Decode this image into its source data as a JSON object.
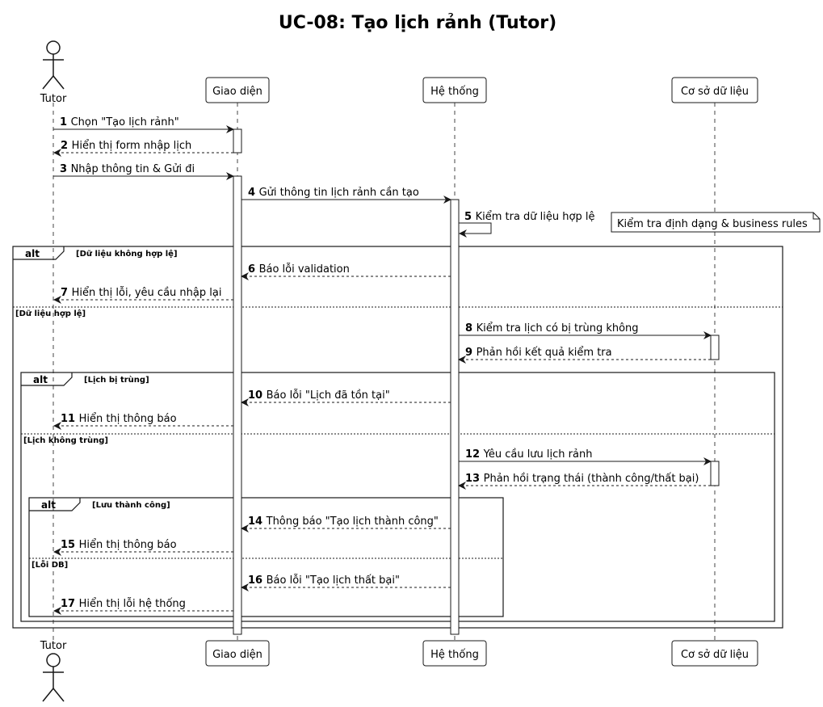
{
  "title": "UC-08: Tạo lịch rảnh (Tutor)",
  "participants": [
    {
      "id": "tutor",
      "label": "Tutor",
      "kind": "actor"
    },
    {
      "id": "ui",
      "label": "Giao diện",
      "kind": "box"
    },
    {
      "id": "sys",
      "label": "Hệ thống",
      "kind": "box"
    },
    {
      "id": "db",
      "label": "Cơ sở dữ liệu",
      "kind": "box"
    }
  ],
  "messages": [
    {
      "n": "1",
      "text": "Chọn \"Tạo lịch rảnh\"",
      "from": "tutor",
      "to": "ui",
      "dashed": false
    },
    {
      "n": "2",
      "text": "Hiển thị form nhập lịch",
      "from": "ui",
      "to": "tutor",
      "dashed": true
    },
    {
      "n": "3",
      "text": "Nhập thông tin & Gửi đi",
      "from": "tutor",
      "to": "ui",
      "dashed": false
    },
    {
      "n": "4",
      "text": "Gửi thông tin lịch rảnh cần tạo",
      "from": "ui",
      "to": "sys",
      "dashed": false
    },
    {
      "n": "5",
      "text": "Kiểm tra dữ liệu hợp lệ",
      "from": "sys",
      "to": "sys",
      "dashed": false
    },
    {
      "n": "6",
      "text": "Báo lỗi validation",
      "from": "sys",
      "to": "ui",
      "dashed": true
    },
    {
      "n": "7",
      "text": "Hiển thị lỗi, yêu cầu nhập lại",
      "from": "ui",
      "to": "tutor",
      "dashed": true
    },
    {
      "n": "8",
      "text": "Kiểm tra lịch có bị trùng không",
      "from": "sys",
      "to": "db",
      "dashed": false
    },
    {
      "n": "9",
      "text": "Phản hồi kết quả kiểm tra",
      "from": "db",
      "to": "sys",
      "dashed": true
    },
    {
      "n": "10",
      "text": "Báo lỗi \"Lịch đã tồn tại\"",
      "from": "sys",
      "to": "ui",
      "dashed": true
    },
    {
      "n": "11",
      "text": "Hiển thị thông báo",
      "from": "ui",
      "to": "tutor",
      "dashed": true
    },
    {
      "n": "12",
      "text": "Yêu cầu lưu lịch rảnh",
      "from": "sys",
      "to": "db",
      "dashed": false
    },
    {
      "n": "13",
      "text": "Phản hồi trạng thái (thành công/thất bại)",
      "from": "db",
      "to": "sys",
      "dashed": true
    },
    {
      "n": "14",
      "text": "Thông báo \"Tạo lịch thành công\"",
      "from": "sys",
      "to": "ui",
      "dashed": true
    },
    {
      "n": "15",
      "text": "Hiển thị thông báo",
      "from": "ui",
      "to": "tutor",
      "dashed": true
    },
    {
      "n": "16",
      "text": "Báo lỗi \"Tạo lịch thất bại\"",
      "from": "sys",
      "to": "ui",
      "dashed": true
    },
    {
      "n": "17",
      "text": "Hiển thị lỗi hệ thống",
      "from": "ui",
      "to": "tutor",
      "dashed": true
    }
  ],
  "note": "Kiểm tra định dạng & business rules",
  "fragments": [
    {
      "tag": "alt",
      "guards": [
        "Dữ liệu không hợp lệ",
        "Dữ liệu hợp lệ"
      ]
    },
    {
      "tag": "alt",
      "guards": [
        "Lịch bị trùng",
        "Lịch không trùng"
      ]
    },
    {
      "tag": "alt",
      "guards": [
        "Lưu thành công",
        "Lỗi DB"
      ]
    }
  ]
}
